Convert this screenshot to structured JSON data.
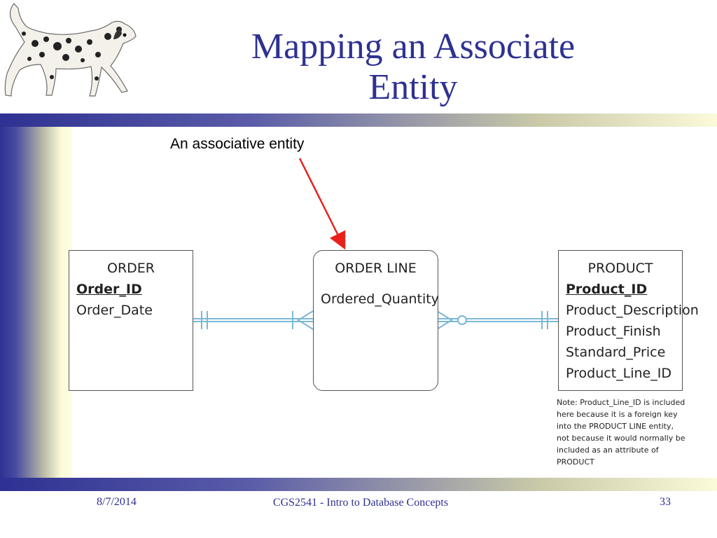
{
  "slide": {
    "title_line1": "Mapping an Associate",
    "title_line2": "Entity",
    "annotation": "An associative entity",
    "colors": {
      "accent": "#2e3192",
      "connector": "#7ab8d6",
      "arrow": "#e8221b"
    }
  },
  "entities": {
    "order": {
      "name": "ORDER",
      "pk": "Order_ID",
      "attrs": [
        "Order_Date"
      ]
    },
    "order_line": {
      "name": "ORDER LINE",
      "attrs": [
        "Ordered_Quantity"
      ]
    },
    "product": {
      "name": "PRODUCT",
      "pk": "Product_ID",
      "attrs": [
        "Product_Description",
        "Product_Finish",
        "Standard_Price",
        "Product_Line_ID"
      ]
    }
  },
  "note": "Note: Product_Line_ID is included here because it is a foreign key into the PRODUCT LINE entity, not because it would normally be included as an attribute of PRODUCT",
  "footer": {
    "date": "8/7/2014",
    "course": "CGS2541 - Intro to Database Concepts",
    "page": "33"
  },
  "logo_icon": "dalmatian-dog-icon"
}
